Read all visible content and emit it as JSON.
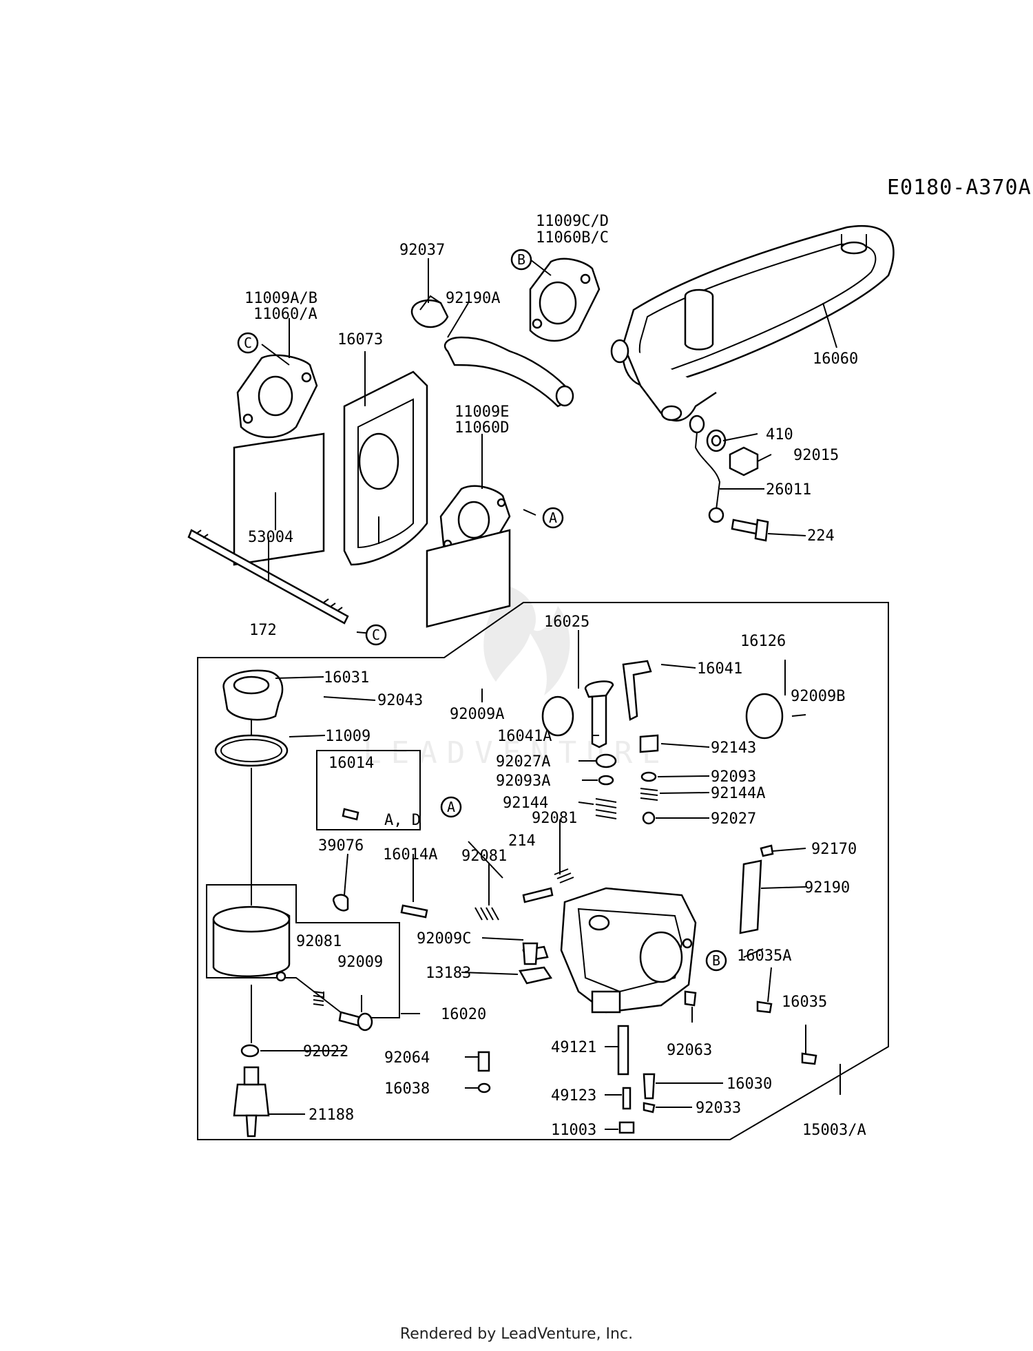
{
  "diagram_code": "E0180-A370A",
  "footer": "Rendered by LeadVenture, Inc.",
  "watermark": "LEADVENTURE",
  "callout_letters": [
    "A",
    "B",
    "C"
  ],
  "parts": {
    "p92037": "92037",
    "p11009cd": "11009C/D",
    "p11060bc": "11060B/C",
    "p92190a": "92190A",
    "p11009ab": "11009A/B",
    "p11060a": "11060/A",
    "p16073": "16073",
    "p11009e": "11009E",
    "p11060d": "11060D",
    "p16060": "16060",
    "p410": "410",
    "p92015": "92015",
    "p26011": "26011",
    "p224": "224",
    "p53004": "53004",
    "p172": "172",
    "p16025": "16025",
    "p16041": "16041",
    "p16126": "16126",
    "p16031": "16031",
    "p92043": "92043",
    "p92009a": "92009A",
    "p92009b": "92009B",
    "p11009": "11009",
    "p16041a": "16041A",
    "p92143": "92143",
    "p16014": "16014",
    "p92027a": "92027A",
    "p92093": "92093",
    "p92093a": "92093A",
    "p92144a": "92144A",
    "p92144": "92144",
    "p92081a": "92081",
    "p92027": "92027",
    "pAD": "A, D",
    "p214": "214",
    "p39076": "39076",
    "p16014a": "16014A",
    "p92081b": "92081",
    "p92170": "92170",
    "p92190": "92190",
    "p92009c": "92009C",
    "p92081c": "92081",
    "p92009": "92009",
    "p16035a": "16035A",
    "p13183": "13183",
    "p16035": "16035",
    "p16020": "16020",
    "p49121": "49121",
    "p92063": "92063",
    "p92022": "92022",
    "p92064": "92064",
    "p16030": "16030",
    "p16038": "16038",
    "p49123": "49123",
    "p92033": "92033",
    "p21188": "21188",
    "p11003": "11003",
    "p15003a": "15003/A"
  }
}
